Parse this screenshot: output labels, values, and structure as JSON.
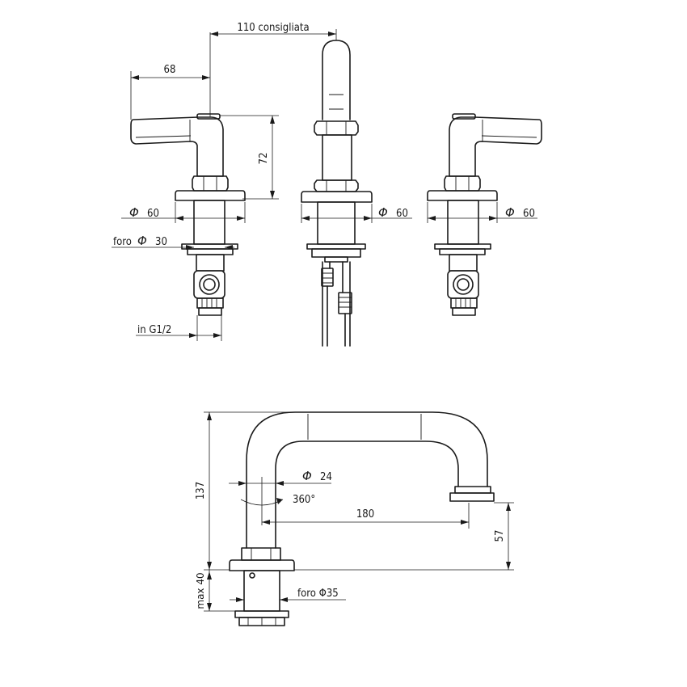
{
  "dimensions": {
    "spout_spacing": "110 consigliata",
    "handle_reach": "68",
    "handle_height": "72",
    "flange_dia_left": "60",
    "flange_dia_center": "60",
    "flange_dia_right": "60",
    "hole_dia_label": "foro",
    "hole_dia_value": "30",
    "thread_label": "in G1/2",
    "spout_height": "137",
    "pipe_dia": "24",
    "rotation": "360°",
    "spout_reach": "180",
    "outlet_height": "57",
    "deck_thickness": "max 40",
    "spout_hole": "foro Φ35"
  },
  "symbols": {
    "diameter": "Φ"
  }
}
